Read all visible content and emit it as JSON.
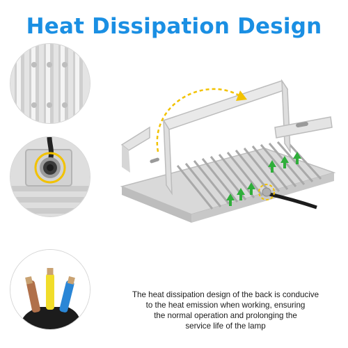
{
  "headline": {
    "text": "Heat Dissipation Design",
    "color": "#1a8fe3"
  },
  "caption": {
    "lines": [
      "The heat dissipation design of the back is conducive",
      "to the heat emission when working, ensuring",
      "the normal operation and prolonging the",
      "service life of the lamp"
    ]
  },
  "thumbnails": [
    {
      "subject": "heat-sink-fins-closeup"
    },
    {
      "subject": "waterproof-cable-gland-closeup"
    },
    {
      "subject": "three-core-cable-cross-section"
    }
  ],
  "colors": {
    "airflow_arrows": "#2fae3a",
    "highlight_ring": "#f2c200",
    "cable_brown": "#b0704a",
    "cable_yellow": "#f1dd2a",
    "cable_blue": "#2a86d6"
  }
}
